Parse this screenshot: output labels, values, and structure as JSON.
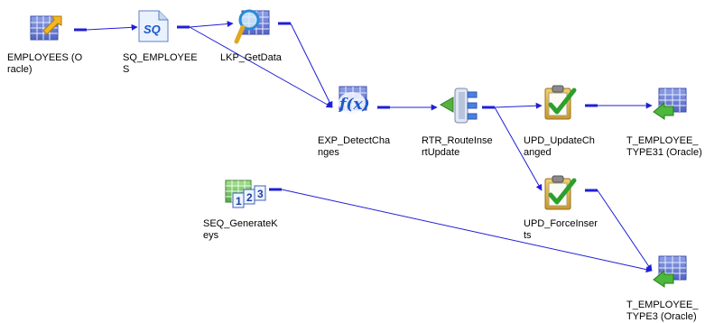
{
  "nodes": [
    {
      "id": "employees",
      "label": "EMPLOYEES (O\nracle)",
      "icon": "source-table-icon"
    },
    {
      "id": "sq_employees",
      "label": "SQ_EMPLOYEE\nS",
      "icon": "source-qualifier-icon"
    },
    {
      "id": "lkp_getdata",
      "label": "LKP_GetData",
      "icon": "lookup-icon"
    },
    {
      "id": "exp_detectchanges",
      "label": "EXP_DetectCha\nnges",
      "icon": "expression-icon"
    },
    {
      "id": "rtr_routeinsertupdate",
      "label": "RTR_RouteInse\nrtUpdate",
      "icon": "router-icon"
    },
    {
      "id": "upd_updatechanged",
      "label": "UPD_UpdateCh\nanged",
      "icon": "update-strategy-icon"
    },
    {
      "id": "t_employee_type31",
      "label": "T_EMPLOYEE_\nTYPE31 (Oracle)",
      "icon": "target-table-icon"
    },
    {
      "id": "seq_generatekeys",
      "label": "SEQ_GenerateK\neys",
      "icon": "sequence-generator-icon"
    },
    {
      "id": "upd_forceinserts",
      "label": "UPD_ForceInser\nts",
      "icon": "update-strategy-icon"
    },
    {
      "id": "t_employee_type3",
      "label": "T_EMPLOYEE_\nTYPE3 (Oracle)",
      "icon": "target-table-icon"
    }
  ],
  "links": [
    [
      "employees",
      "sq_employees"
    ],
    [
      "sq_employees",
      "lkp_getdata"
    ],
    [
      "sq_employees",
      "exp_detectchanges"
    ],
    [
      "lkp_getdata",
      "exp_detectchanges"
    ],
    [
      "exp_detectchanges",
      "rtr_routeinsertupdate"
    ],
    [
      "rtr_routeinsertupdate",
      "upd_updatechanged"
    ],
    [
      "rtr_routeinsertupdate",
      "upd_forceinserts"
    ],
    [
      "upd_updatechanged",
      "t_employee_type31"
    ],
    [
      "seq_generatekeys",
      "t_employee_type3"
    ],
    [
      "upd_forceinserts",
      "t_employee_type3"
    ]
  ],
  "colors": {
    "link": "#1f1fd6",
    "grid": "#5a6ac8"
  }
}
